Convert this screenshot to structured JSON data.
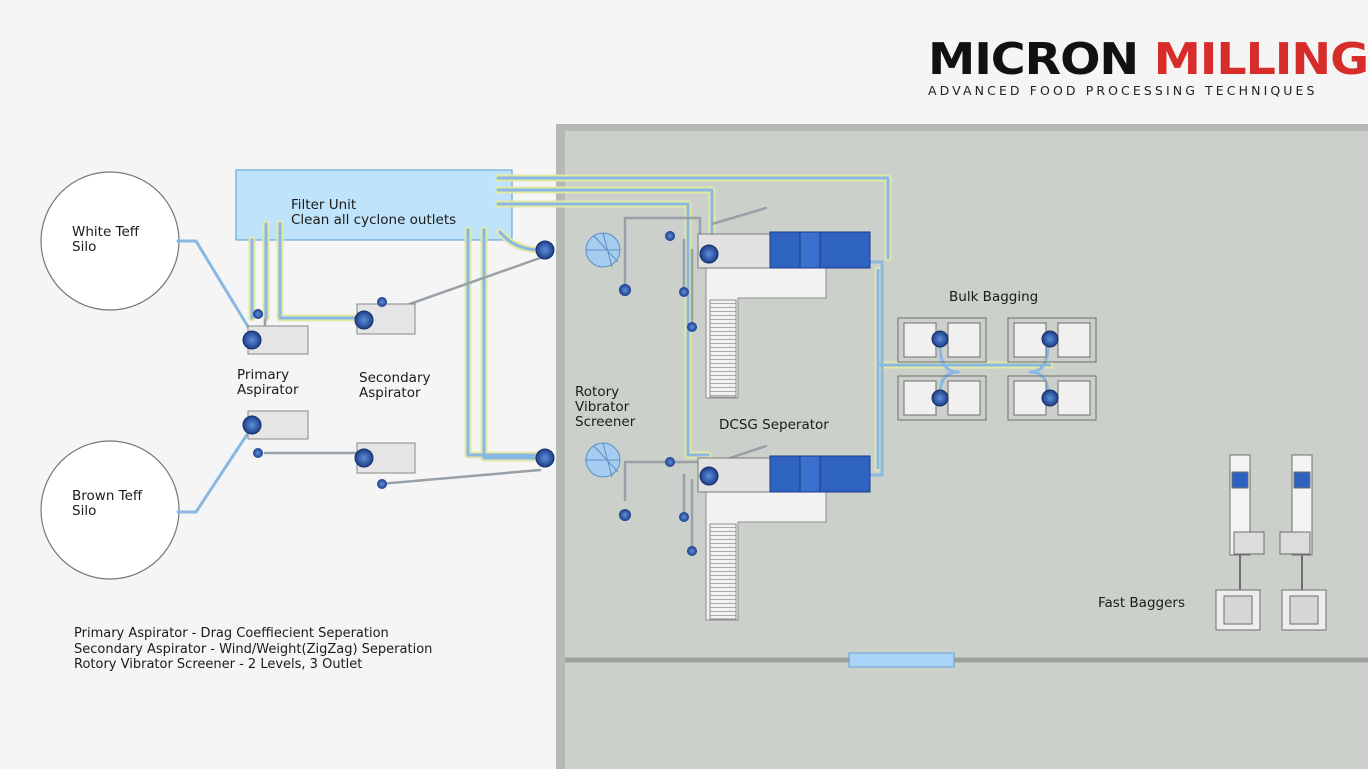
{
  "brand": {
    "name_part1": "MICRON",
    "name_part2": "MILLING",
    "tagline": "ADVANCED FOOD PROCESSING TECHNIQUES",
    "color_part1": "#111111",
    "color_part2": "#d62c2a"
  },
  "silos": {
    "white": [
      "White Teff",
      "Silo"
    ],
    "brown": [
      "Brown Teff",
      "Silo"
    ]
  },
  "filter_unit": [
    "Filter Unit",
    "Clean all cyclone outlets"
  ],
  "labels": {
    "primary_aspirator": [
      "Primary",
      "Aspirator"
    ],
    "secondary_aspirator": [
      "Secondary",
      "Aspirator"
    ],
    "rotory_screener": [
      "Rotory",
      "Vibrator",
      "Screener"
    ],
    "dcsg": "DCSG Seperator",
    "bulk_bagging": "Bulk Bagging",
    "fast_baggers": "Fast Baggers"
  },
  "notes": [
    "Primary Aspirator - Drag Coeffiecient Seperation",
    "Secondary Aspirator - Wind/Weight(ZigZag) Seperation",
    "Rotory Vibrator Screener - 2 Levels, 3 Outlet"
  ],
  "colors": {
    "duct_blue": "#8fbce6",
    "duct_yellow": "#e3e8a8",
    "equipment_blue": "#2f63c2",
    "filter_fill": "#bfe3fa",
    "floor": "#c9cec8"
  }
}
